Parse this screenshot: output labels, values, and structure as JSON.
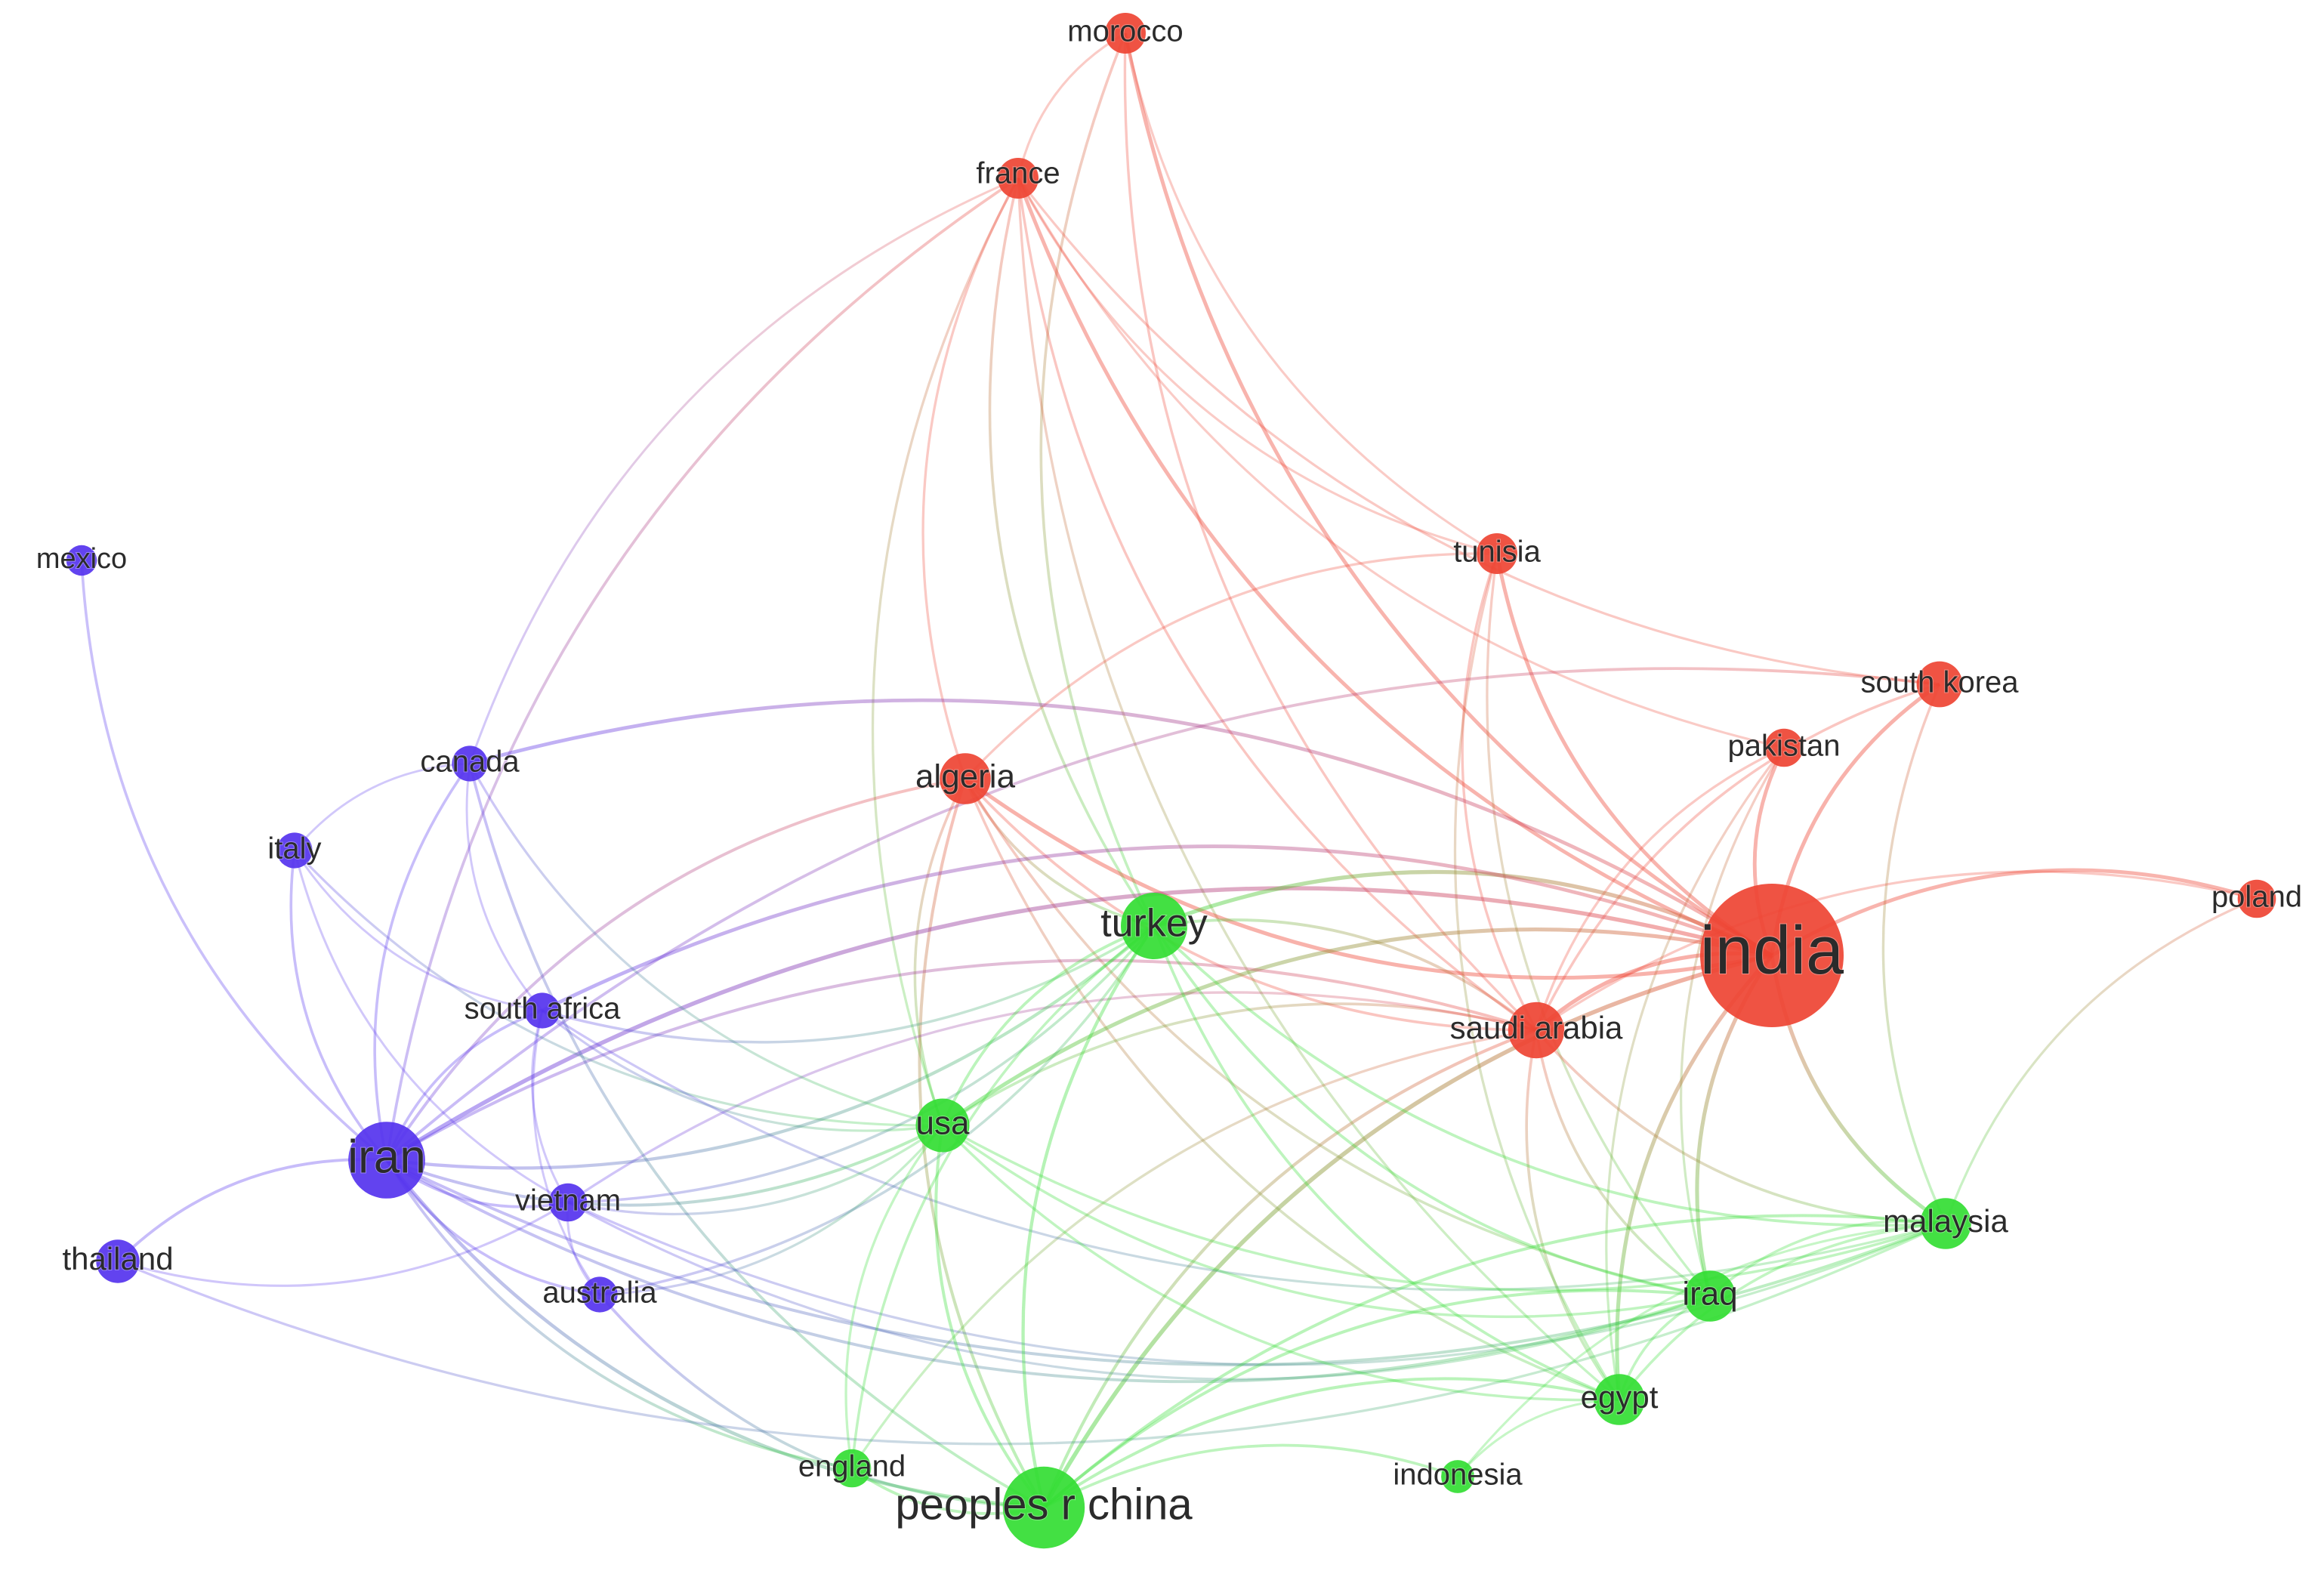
{
  "clusters": [
    {
      "id": "red",
      "color": "#ee4433"
    },
    {
      "id": "blue",
      "color": "#5533ee"
    },
    {
      "id": "green",
      "color": "#33dd33"
    }
  ],
  "nodes": [
    {
      "id": "morocco",
      "label": "morocco",
      "cluster": "red",
      "weight": 1
    },
    {
      "id": "france",
      "label": "france",
      "cluster": "red",
      "weight": 1
    },
    {
      "id": "tunisia",
      "label": "tunisia",
      "cluster": "red",
      "weight": 1
    },
    {
      "id": "south_korea",
      "label": "south korea",
      "cluster": "red",
      "weight": 1.2
    },
    {
      "id": "pakistan",
      "label": "pakistan",
      "cluster": "red",
      "weight": 0.9
    },
    {
      "id": "algeria",
      "label": "algeria",
      "cluster": "red",
      "weight": 1.4
    },
    {
      "id": "poland",
      "label": "poland",
      "cluster": "red",
      "weight": 0.9
    },
    {
      "id": "india",
      "label": "india",
      "cluster": "red",
      "weight": 5
    },
    {
      "id": "saudi_arabia",
      "label": "saudi arabia",
      "cluster": "red",
      "weight": 1.6
    },
    {
      "id": "mexico",
      "label": "mexico",
      "cluster": "blue",
      "weight": 0.6
    },
    {
      "id": "canada",
      "label": "canada",
      "cluster": "blue",
      "weight": 0.8
    },
    {
      "id": "italy",
      "label": "italy",
      "cluster": "blue",
      "weight": 0.8
    },
    {
      "id": "south_africa",
      "label": "south africa",
      "cluster": "blue",
      "weight": 0.8
    },
    {
      "id": "iran",
      "label": "iran",
      "cluster": "blue",
      "weight": 2.4
    },
    {
      "id": "vietnam",
      "label": "vietnam",
      "cluster": "blue",
      "weight": 0.9
    },
    {
      "id": "thailand",
      "label": "thailand",
      "cluster": "blue",
      "weight": 1.1
    },
    {
      "id": "australia",
      "label": "australia",
      "cluster": "blue",
      "weight": 0.8
    },
    {
      "id": "turkey",
      "label": "turkey",
      "cluster": "green",
      "weight": 2
    },
    {
      "id": "usa",
      "label": "usa",
      "cluster": "green",
      "weight": 1.5
    },
    {
      "id": "malaysia",
      "label": "malaysia",
      "cluster": "green",
      "weight": 1.4
    },
    {
      "id": "iraq",
      "label": "iraq",
      "cluster": "green",
      "weight": 1.4
    },
    {
      "id": "egypt",
      "label": "egypt",
      "cluster": "green",
      "weight": 1.4
    },
    {
      "id": "england",
      "label": "england",
      "cluster": "green",
      "weight": 0.9
    },
    {
      "id": "indonesia",
      "label": "indonesia",
      "cluster": "green",
      "weight": 0.7
    },
    {
      "id": "peoples_r_china",
      "label": "peoples r china",
      "cluster": "green",
      "weight": 2.6
    }
  ],
  "links": [
    [
      "morocco",
      "france"
    ],
    [
      "morocco",
      "india"
    ],
    [
      "morocco",
      "saudi_arabia"
    ],
    [
      "morocco",
      "tunisia"
    ],
    [
      "morocco",
      "turkey"
    ],
    [
      "france",
      "algeria"
    ],
    [
      "france",
      "tunisia"
    ],
    [
      "france",
      "india"
    ],
    [
      "france",
      "saudi_arabia"
    ],
    [
      "france",
      "south_korea"
    ],
    [
      "france",
      "canada"
    ],
    [
      "france",
      "iran"
    ],
    [
      "france",
      "pakistan"
    ],
    [
      "france",
      "turkey"
    ],
    [
      "france",
      "usa"
    ],
    [
      "france",
      "egypt"
    ],
    [
      "tunisia",
      "algeria"
    ],
    [
      "tunisia",
      "india"
    ],
    [
      "tunisia",
      "saudi_arabia"
    ],
    [
      "tunisia",
      "egypt"
    ],
    [
      "tunisia",
      "iraq"
    ],
    [
      "south_korea",
      "india"
    ],
    [
      "south_korea",
      "saudi_arabia"
    ],
    [
      "south_korea",
      "iran"
    ],
    [
      "south_korea",
      "malaysia"
    ],
    [
      "pakistan",
      "india"
    ],
    [
      "pakistan",
      "saudi_arabia"
    ],
    [
      "pakistan",
      "iraq"
    ],
    [
      "pakistan",
      "egypt"
    ],
    [
      "poland",
      "india"
    ],
    [
      "poland",
      "saudi_arabia"
    ],
    [
      "poland",
      "malaysia"
    ],
    [
      "algeria",
      "india"
    ],
    [
      "algeria",
      "saudi_arabia"
    ],
    [
      "algeria",
      "iran"
    ],
    [
      "algeria",
      "usa"
    ],
    [
      "algeria",
      "turkey"
    ],
    [
      "algeria",
      "egypt"
    ],
    [
      "algeria",
      "iraq"
    ],
    [
      "algeria",
      "peoples_r_china"
    ],
    [
      "india",
      "saudi_arabia"
    ],
    [
      "india",
      "iran"
    ],
    [
      "india",
      "malaysia"
    ],
    [
      "india",
      "iraq"
    ],
    [
      "india",
      "egypt"
    ],
    [
      "india",
      "turkey"
    ],
    [
      "india",
      "usa"
    ],
    [
      "india",
      "canada"
    ],
    [
      "india",
      "peoples_r_china"
    ],
    [
      "india",
      "south_africa"
    ],
    [
      "saudi_arabia",
      "iran"
    ],
    [
      "saudi_arabia",
      "malaysia"
    ],
    [
      "saudi_arabia",
      "iraq"
    ],
    [
      "saudi_arabia",
      "egypt"
    ],
    [
      "saudi_arabia",
      "turkey"
    ],
    [
      "saudi_arabia",
      "usa"
    ],
    [
      "saudi_arabia",
      "peoples_r_china"
    ],
    [
      "saudi_arabia",
      "vietnam"
    ],
    [
      "saudi_arabia",
      "england"
    ],
    [
      "mexico",
      "iran"
    ],
    [
      "canada",
      "iran"
    ],
    [
      "canada",
      "italy"
    ],
    [
      "canada",
      "usa"
    ],
    [
      "canada",
      "south_africa"
    ],
    [
      "canada",
      "peoples_r_china"
    ],
    [
      "italy",
      "iran"
    ],
    [
      "italy",
      "vietnam"
    ],
    [
      "italy",
      "usa"
    ],
    [
      "italy",
      "south_africa"
    ],
    [
      "south_africa",
      "iran"
    ],
    [
      "south_africa",
      "vietnam"
    ],
    [
      "south_africa",
      "usa"
    ],
    [
      "south_africa",
      "turkey"
    ],
    [
      "south_africa",
      "malaysia"
    ],
    [
      "south_africa",
      "australia"
    ],
    [
      "iran",
      "vietnam"
    ],
    [
      "iran",
      "thailand"
    ],
    [
      "iran",
      "australia"
    ],
    [
      "iran",
      "turkey"
    ],
    [
      "iran",
      "usa"
    ],
    [
      "iran",
      "peoples_r_china"
    ],
    [
      "iran",
      "england"
    ],
    [
      "iran",
      "iraq"
    ],
    [
      "iran",
      "malaysia"
    ],
    [
      "vietnam",
      "usa"
    ],
    [
      "vietnam",
      "turkey"
    ],
    [
      "vietnam",
      "malaysia"
    ],
    [
      "vietnam",
      "iraq"
    ],
    [
      "vietnam",
      "australia"
    ],
    [
      "thailand",
      "vietnam"
    ],
    [
      "thailand",
      "malaysia"
    ],
    [
      "australia",
      "peoples_r_china"
    ],
    [
      "australia",
      "usa"
    ],
    [
      "australia",
      "turkey"
    ],
    [
      "turkey",
      "usa"
    ],
    [
      "turkey",
      "malaysia"
    ],
    [
      "turkey",
      "iraq"
    ],
    [
      "turkey",
      "egypt"
    ],
    [
      "turkey",
      "peoples_r_china"
    ],
    [
      "turkey",
      "england"
    ],
    [
      "usa",
      "peoples_r_china"
    ],
    [
      "usa",
      "malaysia"
    ],
    [
      "usa",
      "iraq"
    ],
    [
      "usa",
      "england"
    ],
    [
      "usa",
      "egypt"
    ],
    [
      "malaysia",
      "iraq"
    ],
    [
      "malaysia",
      "egypt"
    ],
    [
      "malaysia",
      "indonesia"
    ],
    [
      "malaysia",
      "peoples_r_china"
    ],
    [
      "iraq",
      "egypt"
    ],
    [
      "iraq",
      "peoples_r_china"
    ],
    [
      "egypt",
      "peoples_r_china"
    ],
    [
      "egypt",
      "indonesia"
    ],
    [
      "england",
      "peoples_r_china"
    ],
    [
      "indonesia",
      "peoples_r_china"
    ]
  ]
}
